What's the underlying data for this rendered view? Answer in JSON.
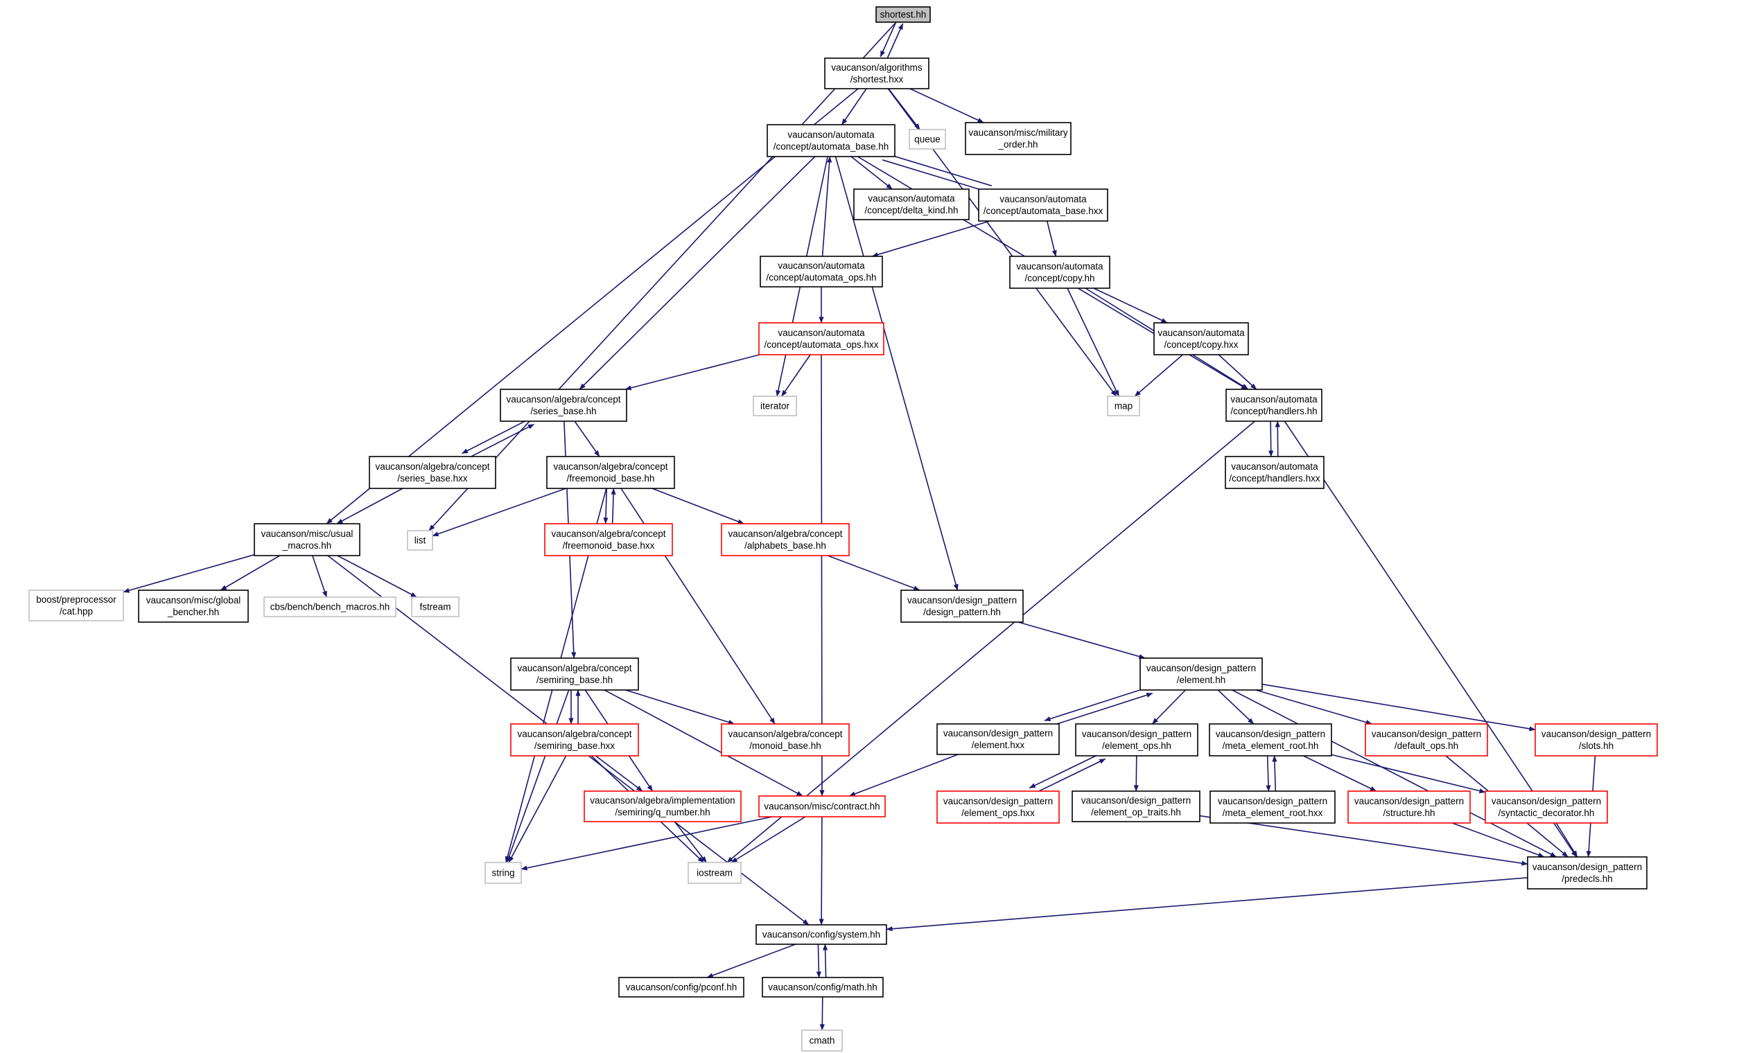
{
  "diagram": {
    "edge_color": "#191970",
    "node_styles": {
      "root": {
        "fill": "#bfbfbf",
        "stroke": "#000000"
      },
      "normal": {
        "fill": "#ffffff",
        "stroke": "#000000"
      },
      "incomplete": {
        "fill": "#ffffff",
        "stroke": "#ff0000"
      },
      "external": {
        "fill": "#ffffff",
        "stroke": "#bfbfbf"
      }
    },
    "nodes": [
      {
        "id": "shortest_hh",
        "style": "root",
        "lines": [
          "shortest.hh"
        ]
      },
      {
        "id": "shortest_hxx",
        "style": "normal",
        "lines": [
          "vaucanson/algorithms",
          "/shortest.hxx"
        ]
      },
      {
        "id": "queue",
        "style": "external",
        "lines": [
          "queue"
        ]
      },
      {
        "id": "military",
        "style": "normal",
        "lines": [
          "vaucanson/misc/military",
          "_order.hh"
        ]
      },
      {
        "id": "automata_base_hh",
        "style": "normal",
        "lines": [
          "vaucanson/automata",
          "/concept/automata_base.hh"
        ]
      },
      {
        "id": "delta_kind",
        "style": "normal",
        "lines": [
          "vaucanson/automata",
          "/concept/delta_kind.hh"
        ]
      },
      {
        "id": "automata_base_hxx",
        "style": "normal",
        "lines": [
          "vaucanson/automata",
          "/concept/automata_base.hxx"
        ]
      },
      {
        "id": "automata_ops_hh",
        "style": "normal",
        "lines": [
          "vaucanson/automata",
          "/concept/automata_ops.hh"
        ]
      },
      {
        "id": "copy_hh",
        "style": "normal",
        "lines": [
          "vaucanson/automata",
          "/concept/copy.hh"
        ]
      },
      {
        "id": "automata_ops_hxx",
        "style": "incomplete",
        "lines": [
          "vaucanson/automata",
          "/concept/automata_ops.hxx"
        ]
      },
      {
        "id": "copy_hxx",
        "style": "normal",
        "lines": [
          "vaucanson/automata",
          "/concept/copy.hxx"
        ]
      },
      {
        "id": "series_base_hh",
        "style": "normal",
        "lines": [
          "vaucanson/algebra/concept",
          "/series_base.hh"
        ]
      },
      {
        "id": "iterator",
        "style": "external",
        "lines": [
          "iterator"
        ]
      },
      {
        "id": "map",
        "style": "external",
        "lines": [
          "map"
        ]
      },
      {
        "id": "handlers_hh",
        "style": "normal",
        "lines": [
          "vaucanson/automata",
          "/concept/handlers.hh"
        ]
      },
      {
        "id": "series_base_hxx",
        "style": "normal",
        "lines": [
          "vaucanson/algebra/concept",
          "/series_base.hxx"
        ]
      },
      {
        "id": "freemonoid_base_hh",
        "style": "normal",
        "lines": [
          "vaucanson/algebra/concept",
          "/freemonoid_base.hh"
        ]
      },
      {
        "id": "handlers_hxx",
        "style": "normal",
        "lines": [
          "vaucanson/automata",
          "/concept/handlers.hxx"
        ]
      },
      {
        "id": "usual_macros",
        "style": "normal",
        "lines": [
          "vaucanson/misc/usual",
          "_macros.hh"
        ]
      },
      {
        "id": "list",
        "style": "external",
        "lines": [
          "list"
        ]
      },
      {
        "id": "freemonoid_base_hxx",
        "style": "incomplete",
        "lines": [
          "vaucanson/algebra/concept",
          "/freemonoid_base.hxx"
        ]
      },
      {
        "id": "alphabets_base",
        "style": "incomplete",
        "lines": [
          "vaucanson/algebra/concept",
          "/alphabets_base.hh"
        ]
      },
      {
        "id": "boost_cat",
        "style": "external",
        "lines": [
          "boost/preprocessor",
          "/cat.hpp"
        ]
      },
      {
        "id": "global_bencher",
        "style": "normal",
        "lines": [
          "vaucanson/misc/global",
          "_bencher.hh"
        ]
      },
      {
        "id": "bench_macros",
        "style": "external",
        "lines": [
          "cbs/bench/bench_macros.hh"
        ]
      },
      {
        "id": "fstream",
        "style": "external",
        "lines": [
          "fstream"
        ]
      },
      {
        "id": "design_pattern_hh",
        "style": "normal",
        "lines": [
          "vaucanson/design_pattern",
          "/design_pattern.hh"
        ]
      },
      {
        "id": "semiring_base_hh",
        "style": "normal",
        "lines": [
          "vaucanson/algebra/concept",
          "/semiring_base.hh"
        ]
      },
      {
        "id": "element_hh",
        "style": "normal",
        "lines": [
          "vaucanson/design_pattern",
          "/element.hh"
        ]
      },
      {
        "id": "semiring_base_hxx",
        "style": "incomplete",
        "lines": [
          "vaucanson/algebra/concept",
          "/semiring_base.hxx"
        ]
      },
      {
        "id": "monoid_base",
        "style": "incomplete",
        "lines": [
          "vaucanson/algebra/concept",
          "/monoid_base.hh"
        ]
      },
      {
        "id": "element_hxx",
        "style": "normal",
        "lines": [
          "vaucanson/design_pattern",
          "/element.hxx"
        ]
      },
      {
        "id": "element_ops_hh",
        "style": "normal",
        "lines": [
          "vaucanson/design_pattern",
          "/element_ops.hh"
        ]
      },
      {
        "id": "meta_element_root_hh",
        "style": "normal",
        "lines": [
          "vaucanson/design_pattern",
          "/meta_element_root.hh"
        ]
      },
      {
        "id": "default_ops",
        "style": "incomplete",
        "lines": [
          "vaucanson/design_pattern",
          "/default_ops.hh"
        ]
      },
      {
        "id": "slots",
        "style": "incomplete",
        "lines": [
          "vaucanson/design_pattern",
          "/slots.hh"
        ]
      },
      {
        "id": "q_number",
        "style": "incomplete",
        "lines": [
          "vaucanson/algebra/implementation",
          "/semiring/q_number.hh"
        ]
      },
      {
        "id": "contract",
        "style": "incomplete",
        "lines": [
          "vaucanson/misc/contract.hh"
        ]
      },
      {
        "id": "element_ops_hxx",
        "style": "incomplete",
        "lines": [
          "vaucanson/design_pattern",
          "/element_ops.hxx"
        ]
      },
      {
        "id": "element_op_traits",
        "style": "normal",
        "lines": [
          "vaucanson/design_pattern",
          "/element_op_traits.hh"
        ]
      },
      {
        "id": "meta_element_root_hxx",
        "style": "normal",
        "lines": [
          "vaucanson/design_pattern",
          "/meta_element_root.hxx"
        ]
      },
      {
        "id": "structure",
        "style": "incomplete",
        "lines": [
          "vaucanson/design_pattern",
          "/structure.hh"
        ]
      },
      {
        "id": "syntactic_decorator",
        "style": "incomplete",
        "lines": [
          "vaucanson/design_pattern",
          "/syntactic_decorator.hh"
        ]
      },
      {
        "id": "string",
        "style": "external",
        "lines": [
          "string"
        ]
      },
      {
        "id": "iostream",
        "style": "external",
        "lines": [
          "iostream"
        ]
      },
      {
        "id": "predecls",
        "style": "normal",
        "lines": [
          "vaucanson/design_pattern",
          "/predecls.hh"
        ]
      },
      {
        "id": "system",
        "style": "normal",
        "lines": [
          "vaucanson/config/system.hh"
        ]
      },
      {
        "id": "pconf",
        "style": "normal",
        "lines": [
          "vaucanson/config/pconf.hh"
        ]
      },
      {
        "id": "math",
        "style": "normal",
        "lines": [
          "vaucanson/config/math.hh"
        ]
      },
      {
        "id": "cmath",
        "style": "external",
        "lines": [
          "cmath"
        ]
      }
    ],
    "edges": [
      [
        "shortest_hh",
        "shortest_hxx"
      ],
      [
        "shortest_hxx",
        "shortest_hh"
      ],
      [
        "shortest_hh",
        "list"
      ],
      [
        "shortest_hxx",
        "automata_base_hh"
      ],
      [
        "shortest_hxx",
        "queue"
      ],
      [
        "shortest_hxx",
        "military"
      ],
      [
        "shortest_hxx",
        "map"
      ],
      [
        "shortest_hxx",
        "usual_macros"
      ],
      [
        "automata_base_hh",
        "delta_kind"
      ],
      [
        "automata_base_hh",
        "automata_base_hxx"
      ],
      [
        "automata_base_hxx",
        "automata_base_hh"
      ],
      [
        "automata_base_hh",
        "series_base_hh"
      ],
      [
        "automata_base_hh",
        "iterator"
      ],
      [
        "automata_base_hh",
        "handlers_hh"
      ],
      [
        "automata_base_hh",
        "design_pattern_hh"
      ],
      [
        "automata_ops_hh",
        "automata_base_hh"
      ],
      [
        "automata_base_hxx",
        "automata_ops_hh"
      ],
      [
        "automata_base_hxx",
        "copy_hh"
      ],
      [
        "automata_ops_hh",
        "automata_ops_hxx"
      ],
      [
        "copy_hh",
        "copy_hxx"
      ],
      [
        "copy_hh",
        "map"
      ],
      [
        "copy_hh",
        "handlers_hh"
      ],
      [
        "copy_hxx",
        "map"
      ],
      [
        "copy_hxx",
        "handlers_hh"
      ],
      [
        "automata_ops_hxx",
        "series_base_hh"
      ],
      [
        "automata_ops_hxx",
        "iterator"
      ],
      [
        "automata_ops_hxx",
        "contract"
      ],
      [
        "handlers_hh",
        "handlers_hxx"
      ],
      [
        "handlers_hxx",
        "handlers_hh"
      ],
      [
        "handlers_hh",
        "iostream"
      ],
      [
        "handlers_hh",
        "predecls"
      ],
      [
        "series_base_hh",
        "series_base_hxx"
      ],
      [
        "series_base_hxx",
        "series_base_hh"
      ],
      [
        "series_base_hh",
        "freemonoid_base_hh"
      ],
      [
        "series_base_hh",
        "semiring_base_hh"
      ],
      [
        "series_base_hxx",
        "usual_macros"
      ],
      [
        "freemonoid_base_hh",
        "list"
      ],
      [
        "freemonoid_base_hh",
        "freemonoid_base_hxx"
      ],
      [
        "freemonoid_base_hxx",
        "freemonoid_base_hh"
      ],
      [
        "freemonoid_base_hh",
        "alphabets_base"
      ],
      [
        "freemonoid_base_hh",
        "string"
      ],
      [
        "freemonoid_base_hh",
        "monoid_base"
      ],
      [
        "alphabets_base",
        "design_pattern_hh"
      ],
      [
        "usual_macros",
        "boost_cat"
      ],
      [
        "usual_macros",
        "global_bencher"
      ],
      [
        "usual_macros",
        "bench_macros"
      ],
      [
        "usual_macros",
        "fstream"
      ],
      [
        "usual_macros",
        "system"
      ],
      [
        "design_pattern_hh",
        "element_hh"
      ],
      [
        "semiring_base_hh",
        "semiring_base_hxx"
      ],
      [
        "semiring_base_hxx",
        "semiring_base_hh"
      ],
      [
        "semiring_base_hh",
        "monoid_base"
      ],
      [
        "semiring_base_hh",
        "q_number"
      ],
      [
        "semiring_base_hh",
        "contract"
      ],
      [
        "semiring_base_hh",
        "string"
      ],
      [
        "semiring_base_hxx",
        "q_number"
      ],
      [
        "semiring_base_hxx",
        "string"
      ],
      [
        "semiring_base_hxx",
        "iostream"
      ],
      [
        "element_hh",
        "element_hxx"
      ],
      [
        "element_hxx",
        "element_hh"
      ],
      [
        "element_hh",
        "element_ops_hh"
      ],
      [
        "element_hh",
        "meta_element_root_hh"
      ],
      [
        "element_hh",
        "default_ops"
      ],
      [
        "element_hh",
        "slots"
      ],
      [
        "element_hh",
        "predecls"
      ],
      [
        "element_hxx",
        "contract"
      ],
      [
        "element_ops_hh",
        "element_ops_hxx"
      ],
      [
        "element_ops_hxx",
        "element_ops_hh"
      ],
      [
        "element_ops_hh",
        "element_op_traits"
      ],
      [
        "meta_element_root_hh",
        "meta_element_root_hxx"
      ],
      [
        "meta_element_root_hxx",
        "meta_element_root_hh"
      ],
      [
        "meta_element_root_hh",
        "structure"
      ],
      [
        "meta_element_root_hh",
        "syntactic_decorator"
      ],
      [
        "default_ops",
        "predecls"
      ],
      [
        "slots",
        "predecls"
      ],
      [
        "structure",
        "predecls"
      ],
      [
        "syntactic_decorator",
        "predecls"
      ],
      [
        "element_op_traits",
        "predecls"
      ],
      [
        "q_number",
        "iostream"
      ],
      [
        "contract",
        "string"
      ],
      [
        "contract",
        "iostream"
      ],
      [
        "contract",
        "system"
      ],
      [
        "predecls",
        "system"
      ],
      [
        "system",
        "pconf"
      ],
      [
        "system",
        "math"
      ],
      [
        "math",
        "system"
      ],
      [
        "math",
        "cmath"
      ]
    ]
  }
}
